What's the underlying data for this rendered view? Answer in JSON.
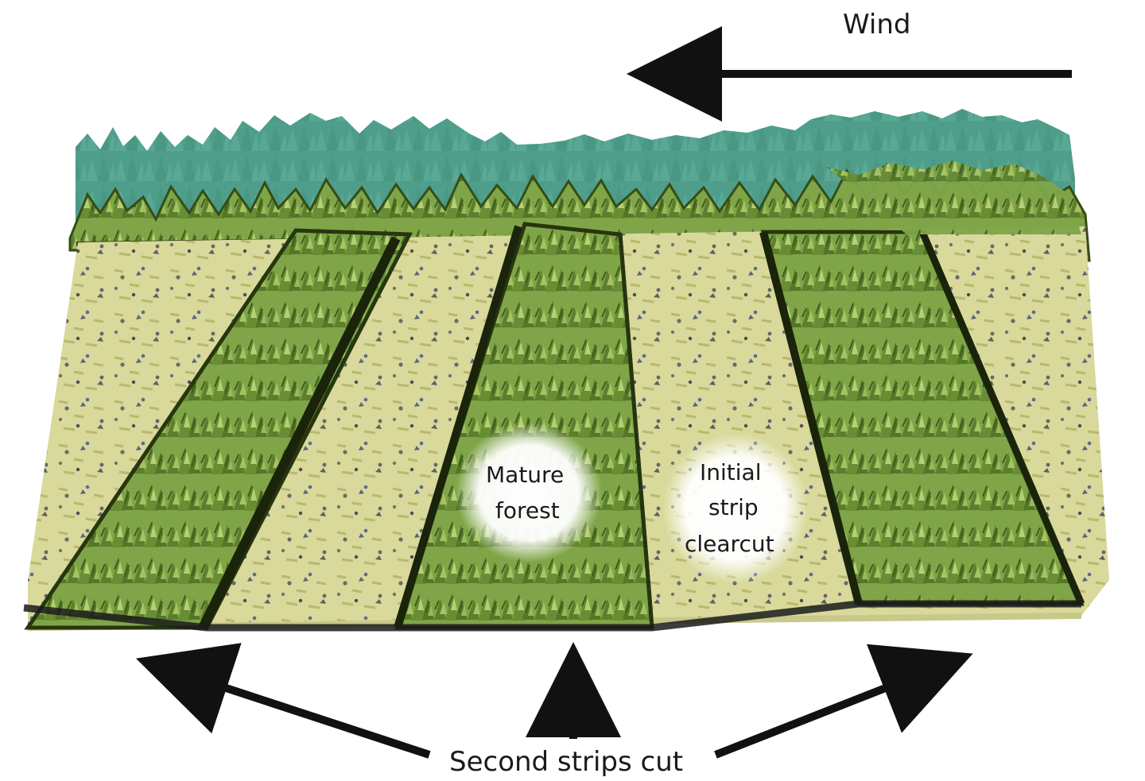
{
  "labels": {
    "wind": "Wind",
    "mature_forest": [
      "Mature",
      "forest"
    ],
    "initial_strip": [
      "Initial",
      "strip",
      "clearcut"
    ],
    "second_strips": "Second strips cut"
  },
  "colors": {
    "distant_forest": "#4f9e8b",
    "forest_strip": "#7fa548",
    "forest_strip_dark": "#4d6a24",
    "tree_light": "#b7cf74",
    "clearcut_ground": "#d8d99a",
    "clearcut_dots": "#6d6a66",
    "arrow": "#111111"
  },
  "icons": {
    "wind_arrow": "left-arrow-icon",
    "strip_arrows": [
      "up-left-arrow-icon",
      "up-arrow-icon",
      "up-right-arrow-icon"
    ]
  }
}
